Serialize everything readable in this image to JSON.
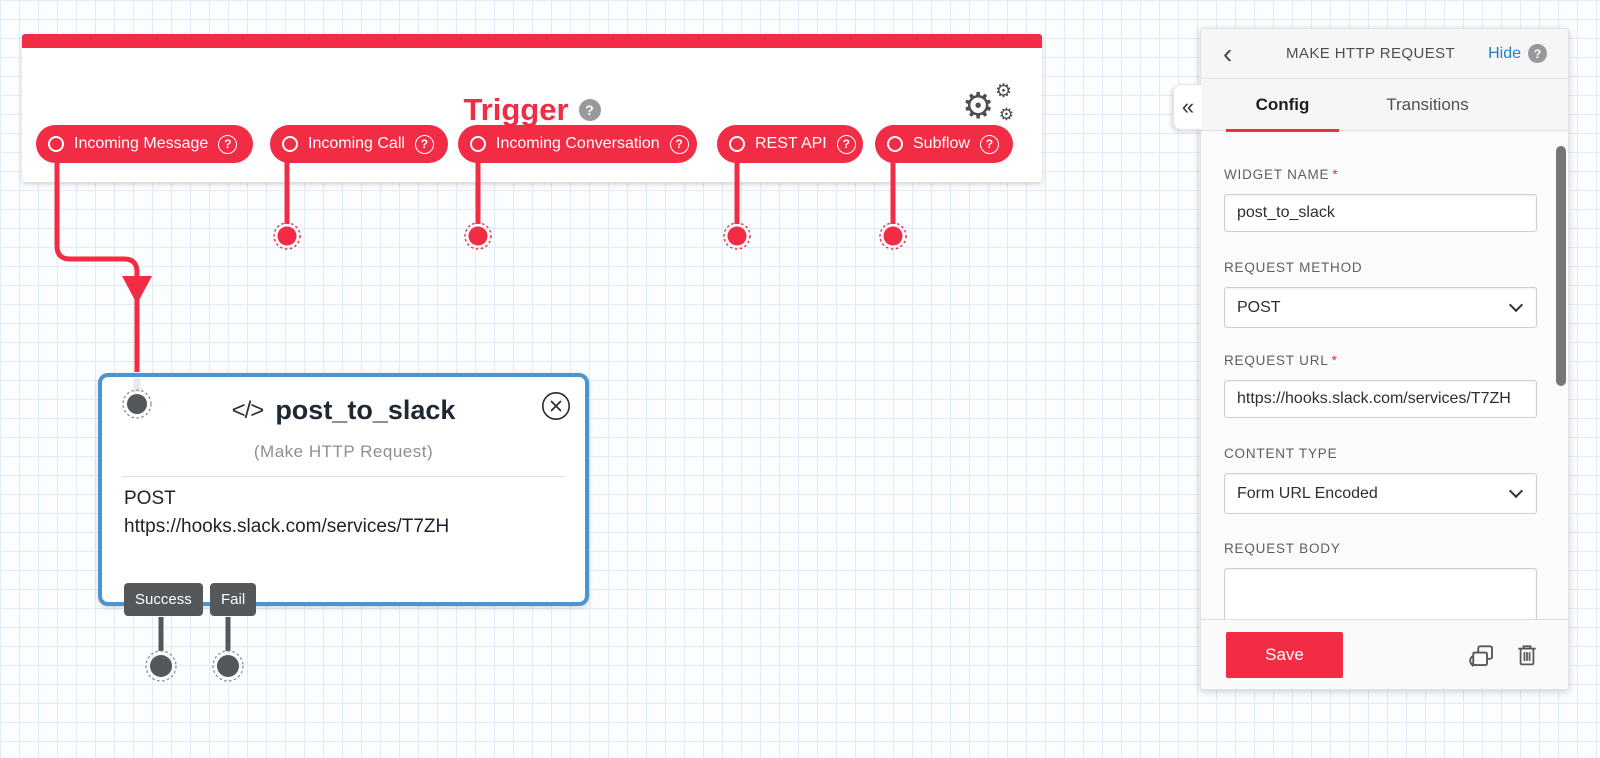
{
  "colors": {
    "brand_red": "#f22c44",
    "widget_border_blue": "#4a94d4",
    "link_blue": "#2080c6",
    "connector_gray": "#54585b"
  },
  "canvas": {
    "trigger": {
      "title": "Trigger",
      "pills": [
        {
          "label": "Incoming Message"
        },
        {
          "label": "Incoming Call"
        },
        {
          "label": "Incoming Conversation"
        },
        {
          "label": "REST API"
        },
        {
          "label": "Subflow"
        }
      ]
    },
    "widget": {
      "code_glyph": "</>",
      "name": "post_to_slack",
      "type_label": "(Make HTTP Request)",
      "method": "POST",
      "url": "https://hooks.slack.com/services/T7ZH",
      "transitions": {
        "success": "Success",
        "fail": "Fail"
      }
    }
  },
  "sidebar": {
    "collapse_glyph": "«",
    "header": {
      "back_glyph": "‹",
      "title": "MAKE HTTP REQUEST",
      "hide": "Hide",
      "help_glyph": "?"
    },
    "tabs": {
      "config": "Config",
      "transitions": "Transitions"
    },
    "fields": {
      "widget_name": {
        "label": "WIDGET NAME",
        "required": "*",
        "value": "post_to_slack"
      },
      "request_method": {
        "label": "REQUEST METHOD",
        "value": "POST"
      },
      "request_url": {
        "label": "REQUEST URL",
        "required": "*",
        "value": "https://hooks.slack.com/services/T7ZH"
      },
      "content_type": {
        "label": "CONTENT TYPE",
        "value": "Form URL Encoded"
      },
      "request_body": {
        "label": "REQUEST BODY",
        "value": ""
      }
    },
    "footer": {
      "save": "Save"
    }
  },
  "icons": {
    "gear_glyph": "⚙",
    "help_glyph": "?"
  }
}
